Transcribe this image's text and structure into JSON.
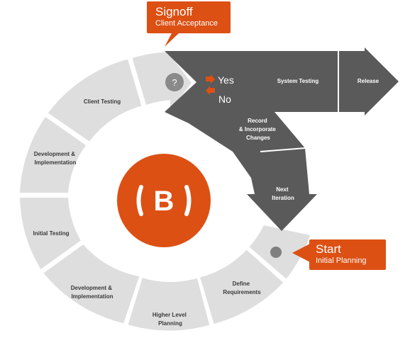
{
  "signoff": {
    "title": "Signoff",
    "subtitle": "Client Acceptance"
  },
  "start": {
    "title": "Start",
    "subtitle": "Initial Planning"
  },
  "cycle_segments": {
    "client_testing": [
      "Client Testing"
    ],
    "dev_impl_upper": [
      "Development &",
      "Implementation"
    ],
    "initial_testing": [
      "Initial Testing"
    ],
    "dev_impl_lower": [
      "Development &",
      "Implementation"
    ],
    "higher_level_planning": [
      "Higher Level",
      "Planning"
    ],
    "define_requirements": [
      "Define",
      "Requirements"
    ]
  },
  "decision": {
    "symbol": "?",
    "yes": "Yes",
    "no": "No"
  },
  "flow": {
    "system_testing": "System Testing",
    "release": "Release",
    "record_changes": [
      "Record",
      "& Incorporate",
      "Changes"
    ],
    "next_iteration": [
      "Next",
      "Iteration"
    ]
  },
  "center_logo": {
    "letter": "B"
  },
  "colors": {
    "segment_fill": "#dedede",
    "dark_arrow": "#5a5a5a",
    "accent": "#dc5014",
    "decision_circle": "#8a8a8a",
    "start_dot": "#7f7f7f"
  }
}
